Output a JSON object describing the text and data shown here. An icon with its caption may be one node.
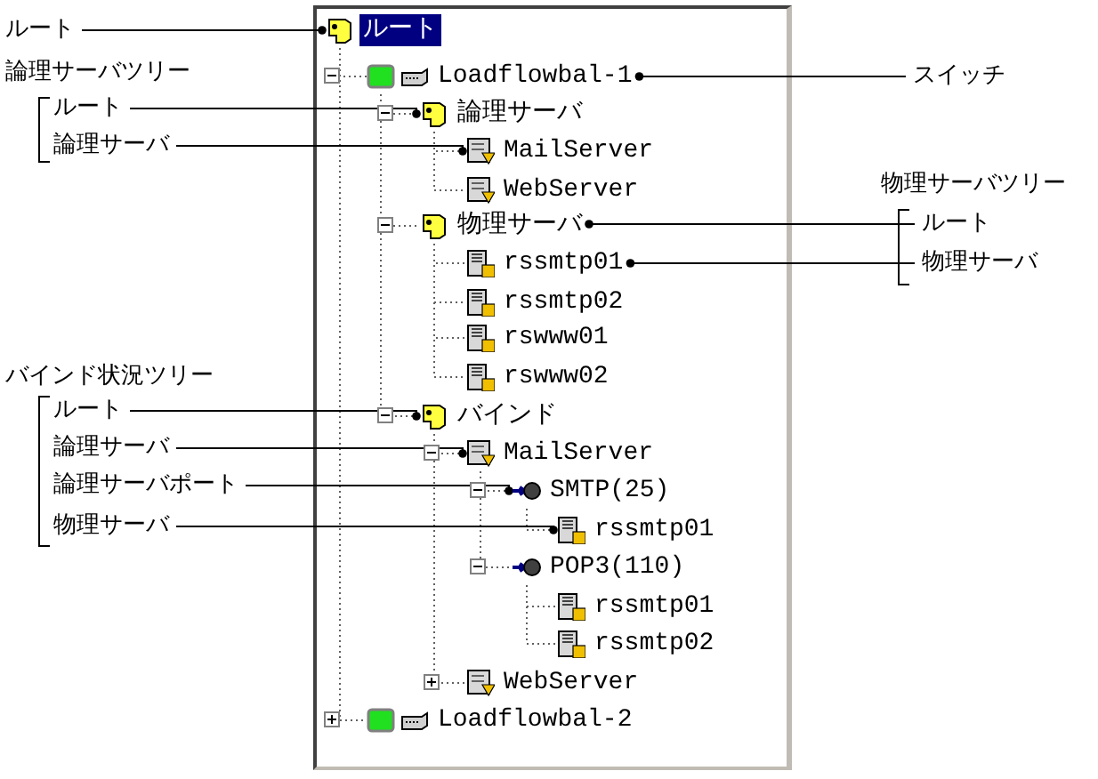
{
  "diagram": {
    "nodes": [
      {
        "text": [
          "ルート"
        ]
      },
      {
        "text": [
          "Loadflowbal-1"
        ]
      },
      {
        "text": [
          "論理サーバ"
        ]
      },
      {
        "text": [
          "MailServer"
        ]
      },
      {
        "text": [
          "WebServer"
        ]
      },
      {
        "text": [
          "物理サーバ"
        ]
      },
      {
        "text": [
          "rssmtp01"
        ]
      },
      {
        "text": [
          "rssmtp02"
        ]
      },
      {
        "text": [
          "rswww01"
        ]
      },
      {
        "text": [
          "rswww02"
        ]
      },
      {
        "text": [
          "バインド"
        ]
      },
      {
        "text": [
          "MailServer"
        ]
      },
      {
        "text": [
          "SMTP(25)"
        ]
      },
      {
        "text": [
          "rssmtp01"
        ]
      },
      {
        "text": [
          "POP3(110)"
        ]
      },
      {
        "text": [
          "rssmtp01"
        ]
      },
      {
        "text": [
          "rssmtp02"
        ]
      },
      {
        "text": [
          "WebServer"
        ]
      },
      {
        "text": [
          "Loadflowbal-2"
        ]
      },
      {
        "text": [
          "ルート"
        ]
      },
      {
        "text": [
          "スイッチ"
        ]
      },
      {
        "text": [
          "ルート"
        ]
      },
      {
        "text": [
          "論理サーバ"
        ]
      },
      {
        "text": [
          "ルート"
        ]
      },
      {
        "text": [
          "物理サーバ"
        ]
      },
      {
        "text": [
          "ルート"
        ]
      },
      {
        "text": [
          "論理サーバ"
        ]
      },
      {
        "text": [
          "論理サーバポート"
        ]
      },
      {
        "text": [
          "物理サーバ"
        ]
      }
    ],
    "edges": [
      {
        "from": 0,
        "to": 1,
        "arrow": "none",
        "style": "dashed"
      },
      {
        "from": 0,
        "to": 18,
        "arrow": "none",
        "style": "dashed"
      },
      {
        "from": 1,
        "to": 2,
        "arrow": "none",
        "style": "dashed"
      },
      {
        "from": 2,
        "to": 3,
        "arrow": "none",
        "style": "dashed"
      },
      {
        "from": 2,
        "to": 4,
        "arrow": "none",
        "style": "dashed"
      },
      {
        "from": 1,
        "to": 5,
        "arrow": "none",
        "style": "dashed"
      },
      {
        "from": 5,
        "to": 6,
        "arrow": "none",
        "style": "dashed"
      },
      {
        "from": 5,
        "to": 7,
        "arrow": "none",
        "style": "dashed"
      },
      {
        "from": 5,
        "to": 8,
        "arrow": "none",
        "style": "dashed"
      },
      {
        "from": 5,
        "to": 9,
        "arrow": "none",
        "style": "dashed"
      },
      {
        "from": 1,
        "to": 10,
        "arrow": "none",
        "style": "dashed"
      },
      {
        "from": 10,
        "to": 11,
        "arrow": "none",
        "style": "dashed"
      },
      {
        "from": 11,
        "to": 12,
        "arrow": "none",
        "style": "dashed"
      },
      {
        "from": 12,
        "to": 13,
        "arrow": "none",
        "style": "dashed"
      },
      {
        "from": 11,
        "to": 14,
        "arrow": "none",
        "style": "dashed"
      },
      {
        "from": 14,
        "to": 15,
        "arrow": "none",
        "style": "dashed"
      },
      {
        "from": 14,
        "to": 16,
        "arrow": "none",
        "style": "dashed"
      },
      {
        "from": 10,
        "to": 17,
        "arrow": "none",
        "style": "dashed"
      },
      {
        "from": 19,
        "to": 0,
        "arrow": "other",
        "color": "#000000"
      },
      {
        "from": 20,
        "to": 1,
        "arrow": "other",
        "color": "#000000"
      },
      {
        "from": 21,
        "to": 2,
        "arrow": "other",
        "color": "#000000"
      },
      {
        "from": 22,
        "to": 3,
        "arrow": "other",
        "color": "#000000"
      },
      {
        "from": 23,
        "to": 5,
        "arrow": "other",
        "color": "#000000"
      },
      {
        "from": 24,
        "to": 6,
        "arrow": "other",
        "color": "#000000"
      },
      {
        "from": 25,
        "to": 10,
        "arrow": "other",
        "color": "#000000"
      },
      {
        "from": 26,
        "to": 11,
        "arrow": "other",
        "color": "#000000"
      },
      {
        "from": 27,
        "to": 12,
        "arrow": "other",
        "color": "#000000"
      },
      {
        "from": 28,
        "to": 13,
        "arrow": "other",
        "color": "#000000"
      }
    ],
    "labels": [
      "論理サーバツリー",
      "物理サーバツリー",
      "バインド状況ツリー"
    ]
  }
}
